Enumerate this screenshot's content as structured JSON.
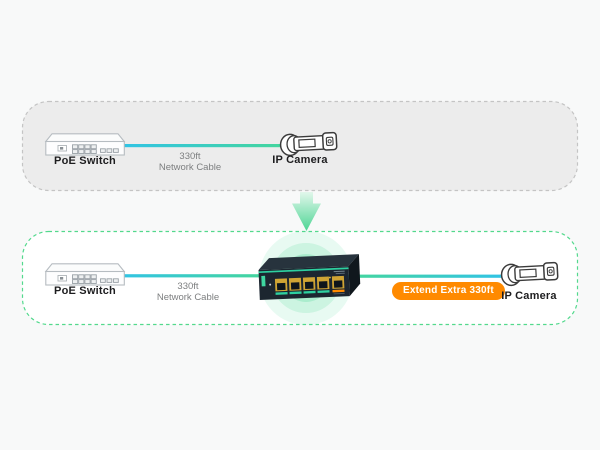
{
  "diagram": {
    "before": {
      "switch_label": "PoE Switch",
      "cable_distance": "330ft",
      "cable_type": "Network Cable",
      "camera_label": "IP Camera"
    },
    "after": {
      "switch_label": "PoE Switch",
      "cable_distance": "330ft",
      "cable_type": "Network Cable",
      "extender_badge_label": "Extend Extra 330ft",
      "camera_label": "IP Camera"
    },
    "colors": {
      "panel_before_bg": "#ececec",
      "panel_before_border": "#c4c4c4",
      "panel_after_bg": "#ffffff",
      "panel_after_border": "#53d98d",
      "cable_cyan": "#31c3e6",
      "cable_green": "#45d69b",
      "badge_orange": "#ff8a00",
      "arrow_green": "#4cd594",
      "extender_body": "#1c2630",
      "port_gold": "#cfa434",
      "port_stripe_orange": "#ff8a00"
    }
  }
}
